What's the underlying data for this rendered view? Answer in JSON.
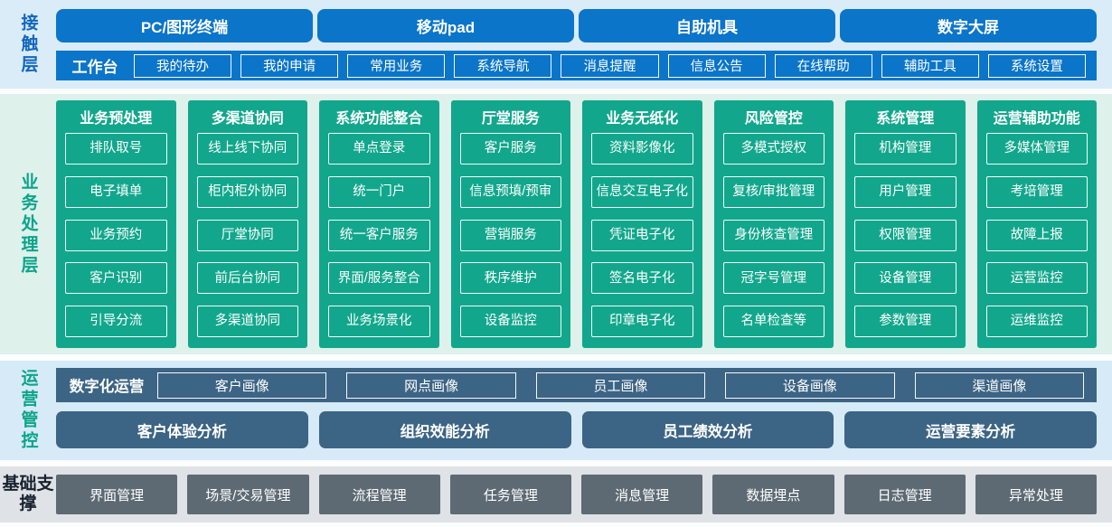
{
  "layers": {
    "contact": {
      "label": "接触层",
      "channels": [
        "PC/图形终端",
        "移动pad",
        "自助机具",
        "数字大屏"
      ],
      "workbench": {
        "label": "工作台",
        "items": [
          "我的待办",
          "我的申请",
          "常用业务",
          "系统导航",
          "消息提醒",
          "信息公告",
          "在线帮助",
          "辅助工具",
          "系统设置"
        ]
      }
    },
    "business": {
      "label": "业务处理层",
      "columns": [
        {
          "title": "业务预处理",
          "items": [
            "排队取号",
            "电子填单",
            "业务预约",
            "客户识别",
            "引导分流"
          ]
        },
        {
          "title": "多渠道协同",
          "items": [
            "线上线下协同",
            "柜内柜外协同",
            "厅堂协同",
            "前后台协同",
            "多渠道协同"
          ]
        },
        {
          "title": "系统功能整合",
          "items": [
            "单点登录",
            "统一门户",
            "统一客户服务",
            "界面/服务整合",
            "业务场景化"
          ]
        },
        {
          "title": "厅堂服务",
          "items": [
            "客户服务",
            "信息预填/预审",
            "营销服务",
            "秩序维护",
            "设备监控"
          ]
        },
        {
          "title": "业务无纸化",
          "items": [
            "资料影像化",
            "信息交互电子化",
            "凭证电子化",
            "签名电子化",
            "印章电子化"
          ]
        },
        {
          "title": "风险管控",
          "items": [
            "多模式授权",
            "复核/审批管理",
            "身份核查管理",
            "冠字号管理",
            "名单检查等"
          ]
        },
        {
          "title": "系统管理",
          "items": [
            "机构管理",
            "用户管理",
            "权限管理",
            "设备管理",
            "参数管理"
          ]
        },
        {
          "title": "运营辅助功能",
          "items": [
            "多媒体管理",
            "考培管理",
            "故障上报",
            "运营监控",
            "运维监控"
          ]
        }
      ]
    },
    "operations": {
      "label": "运营管控",
      "digital": {
        "label": "数字化运营",
        "items": [
          "客户画像",
          "网点画像",
          "员工画像",
          "设备画像",
          "渠道画像"
        ]
      },
      "analysis": [
        "客户体验分析",
        "组织效能分析",
        "员工绩效分析",
        "运营要素分析"
      ]
    },
    "foundation": {
      "label": "基础支撑",
      "items": [
        "界面管理",
        "场景/交易管理",
        "流程管理",
        "任务管理",
        "消息管理",
        "数据埋点",
        "日志管理",
        "异常处理"
      ]
    }
  },
  "colors": {
    "blue": "#0b75c9",
    "blue-label": "#1266bd",
    "teal": "#12a78c",
    "teal-label": "#0aa48a",
    "slate": "#3c6485",
    "gray-box": "#5d6a73",
    "label-dark": "#16222e",
    "bg-contact": "#d9ecf8",
    "bg-business": "#def1eb",
    "bg-operations": "#d7eaf7",
    "bg-foundation": "#dfe2e6"
  }
}
